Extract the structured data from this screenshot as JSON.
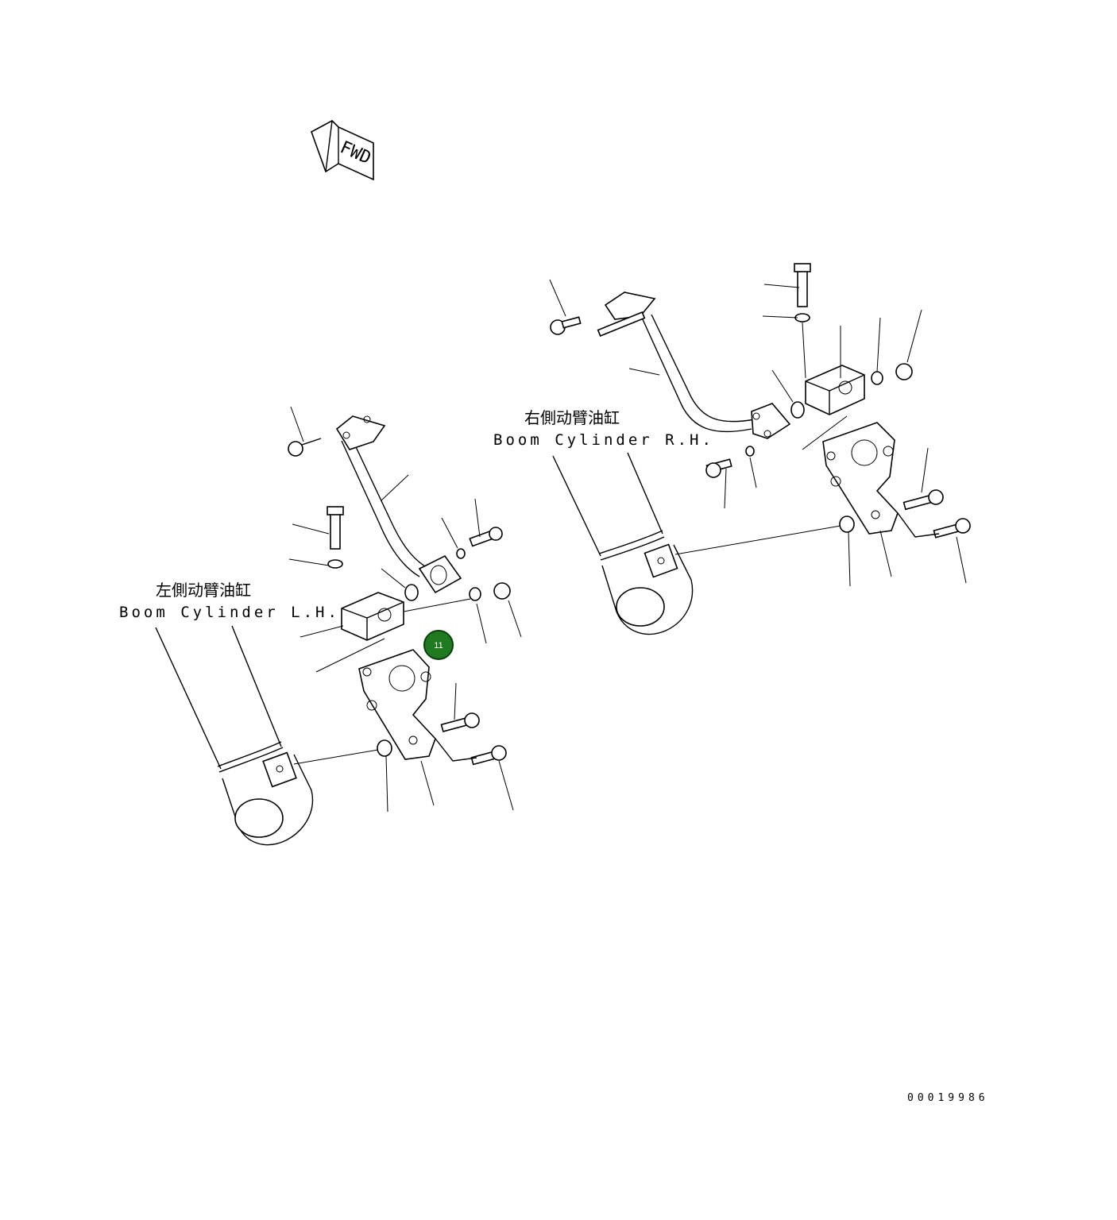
{
  "fwd_label": "FWD",
  "left_assembly": {
    "label_cn": "左側动臂油缸",
    "label_en": "Boom Cylinder L.H."
  },
  "right_assembly": {
    "label_cn": "右側动臂油缸",
    "label_en": "Boom Cylinder R.H."
  },
  "callout": {
    "number": "11",
    "color": "#1f7a1f"
  },
  "drawing_number": "00019986"
}
